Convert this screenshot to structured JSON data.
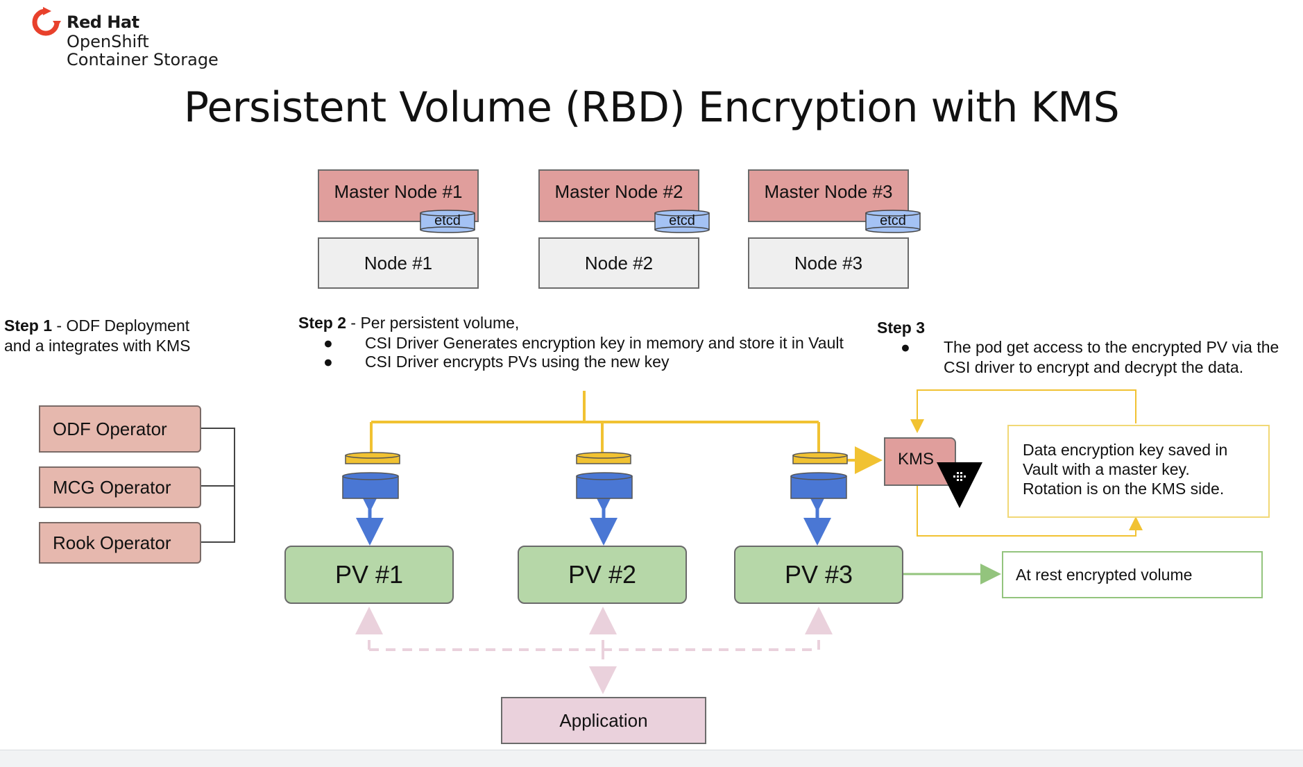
{
  "logo": {
    "brand": "Red Hat",
    "product": "OpenShift",
    "subtitle": "Container Storage"
  },
  "title": "Persistent Volume (RBD) Encryption with KMS",
  "masters": [
    {
      "label": "Master Node #1",
      "etcd": "etcd"
    },
    {
      "label": "Master Node #2",
      "etcd": "etcd"
    },
    {
      "label": "Master Node #3",
      "etcd": "etcd"
    }
  ],
  "nodes": [
    "Node #1",
    "Node #2",
    "Node #3"
  ],
  "step1": {
    "label": "Step 1",
    "text_line1": " - ODF Deployment",
    "text_line2": "and a integrates with KMS"
  },
  "step2": {
    "label": "Step 2",
    "text": " - Per persistent volume,",
    "bullets": [
      "CSI Driver Generates encryption key in memory and store it in Vault",
      "CSI Driver encrypts PVs using the new key"
    ]
  },
  "step3": {
    "label": "Step 3",
    "line1": "The pod get access to the encrypted PV via the",
    "line2": "CSI driver to encrypt and decrypt the data."
  },
  "operators": [
    "ODF Operator",
    "MCG Operator",
    "Rook Operator"
  ],
  "pvs": [
    "PV #1",
    "PV #2",
    "PV #3"
  ],
  "kms": "KMS",
  "vault_note": {
    "line1": "Data encryption key saved in",
    "line2": "Vault with a master key.",
    "line3": "Rotation is on the KMS side."
  },
  "at_rest": "At rest encrypted volume",
  "application": "Application",
  "colors": {
    "master": "#e09e9c",
    "node": "#efefef",
    "etcd": "#a4c2f4",
    "operator": "#e6b8ae",
    "pv": "#b6d7a8",
    "disk": "#4a77d4",
    "key_disk": "#f1c232",
    "yellow_line": "#f1c232",
    "green_arrow": "#93c47d",
    "app": "#ead1dc",
    "dashed": "#ead1dc"
  }
}
